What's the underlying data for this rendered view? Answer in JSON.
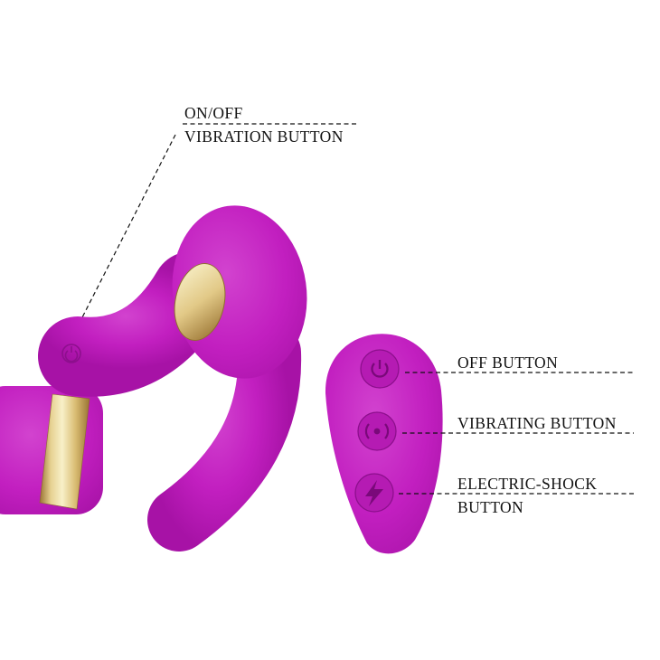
{
  "page": {
    "background": "#ffffff",
    "description_labels_present": 4
  },
  "colors": {
    "device_purple": "#c21fc0",
    "device_purple_light": "#d243cf",
    "device_purple_dark": "#a712a6",
    "button_ring": "#8d0f8d",
    "icon_engraving": "#7a097a",
    "gold_light": "#f8f0c8",
    "gold_mid": "#d9bc72",
    "gold_dark": "#9a7433",
    "callout_line": "#111111",
    "label_text": "#111111"
  },
  "labels": {
    "on_off_vibration": {
      "line1": "ON/OFF",
      "line2": "VIBRATION BUTTON"
    },
    "off_button": "OFF BUTTON",
    "vibrating_button": "VIBRATING BUTTON",
    "electric_shock": {
      "line1": "ELECTRIC-SHOCK",
      "line2": "BUTTON"
    }
  },
  "icons": {
    "device_indicator": "power-icon",
    "remote_top_button": "power-icon",
    "remote_middle_button": "vibrate-icon",
    "remote_bottom_button": "lightning-icon"
  }
}
